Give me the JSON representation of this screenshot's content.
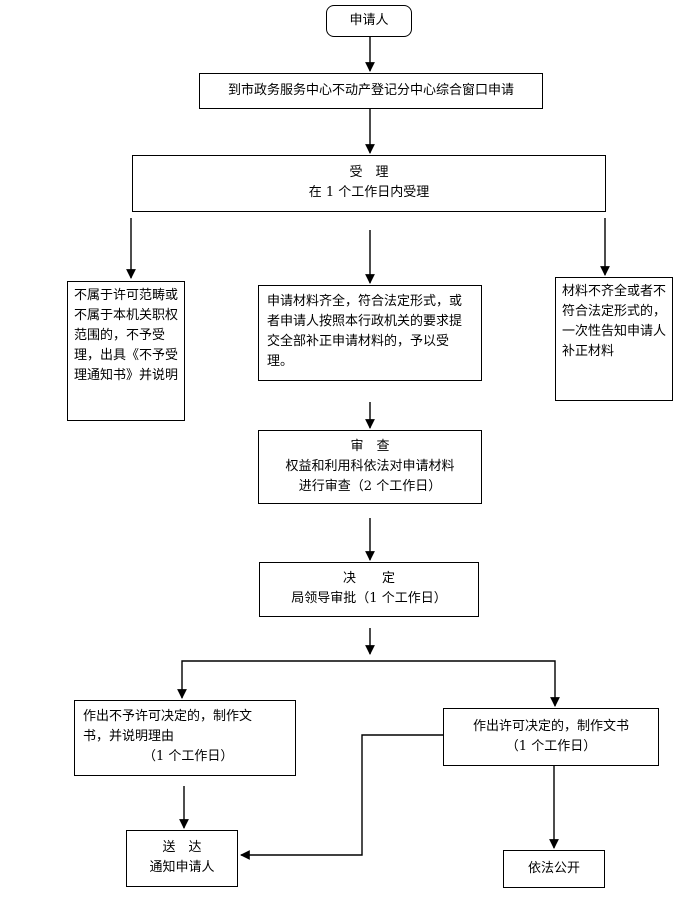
{
  "nodes": {
    "applicant": {
      "text": "申请人"
    },
    "apply": {
      "text": "到市政务服务中心不动产登记分中心综合窗口申请"
    },
    "accept": {
      "title": "受　理",
      "detail": "在 1 个工作日内受理"
    },
    "not_accepted": {
      "text": "不属于许可范畴或不属于本机关职权范围的，不予受理，出具《不予受理通知书》并说明"
    },
    "complete_materials": {
      "text": "申请材料齐全，符合法定形式，或者申请人按照本行政机关的要求提交全部补正申请材料的，予以受理。"
    },
    "incomplete_materials": {
      "text": "材料不齐全或者不符合法定形式的，一次性告知申请人补正材料"
    },
    "review": {
      "title": "审　查",
      "line1": "权益和利用科依法对申请材料",
      "line2": "进行审查（2 个工作日）"
    },
    "decision": {
      "title": "决　　定",
      "detail": "局领导审批（1 个工作日）"
    },
    "deny_decision": {
      "line1": "作出不予许可决定的，制作文",
      "line2": "书，并说明理由",
      "line3": "（1 个工作日）"
    },
    "grant_decision": {
      "line1": "作出许可决定的，制作文书",
      "line2": "（1 个工作日）"
    },
    "deliver": {
      "title": "送　达",
      "detail": "通知申请人"
    },
    "publicize": {
      "text": "依法公开"
    }
  }
}
